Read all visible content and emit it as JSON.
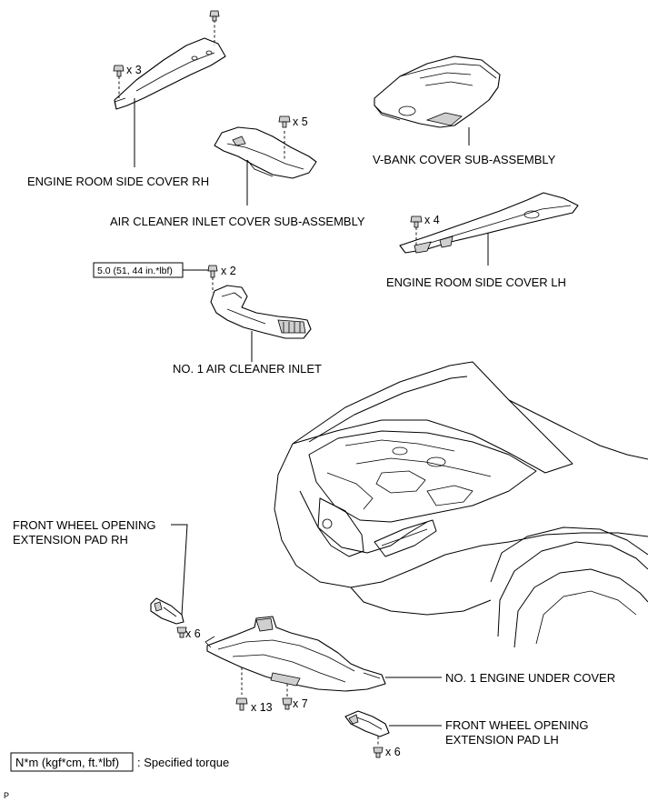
{
  "labels": {
    "engine_room_side_cover_rh": "ENGINE ROOM SIDE COVER RH",
    "v_bank_cover": "V-BANK COVER SUB-ASSEMBLY",
    "air_cleaner_inlet_cover": "AIR CLEANER INLET COVER SUB-ASSEMBLY",
    "engine_room_side_cover_lh": "ENGINE ROOM SIDE COVER LH",
    "no1_air_cleaner_inlet": "NO. 1 AIR CLEANER INLET",
    "front_wheel_pad_rh_line1": "FRONT WHEEL OPENING",
    "front_wheel_pad_rh_line2": "EXTENSION PAD RH",
    "no1_engine_under_cover": "NO. 1 ENGINE UNDER COVER",
    "front_wheel_pad_lh_line1": "FRONT WHEEL OPENING",
    "front_wheel_pad_lh_line2": "EXTENSION PAD LH"
  },
  "quantities": {
    "rh_cover_clip": "x 3",
    "inlet_cover_clip": "x 5",
    "lh_cover_clip": "x 4",
    "inlet_bolt": "x 2",
    "pad_rh_clip": "x 6",
    "under_cover_bolt": "x 13",
    "under_cover_clip": "x 7",
    "pad_lh_clip": "x 6"
  },
  "torque": {
    "inlet_bolt_spec": "5.0 (51, 44 in.*lbf)"
  },
  "legend": {
    "unit_box": "N*m (kgf*cm, ft.*lbf)",
    "description": ": Specified torque"
  },
  "footer": {
    "corner_mark": "P"
  }
}
